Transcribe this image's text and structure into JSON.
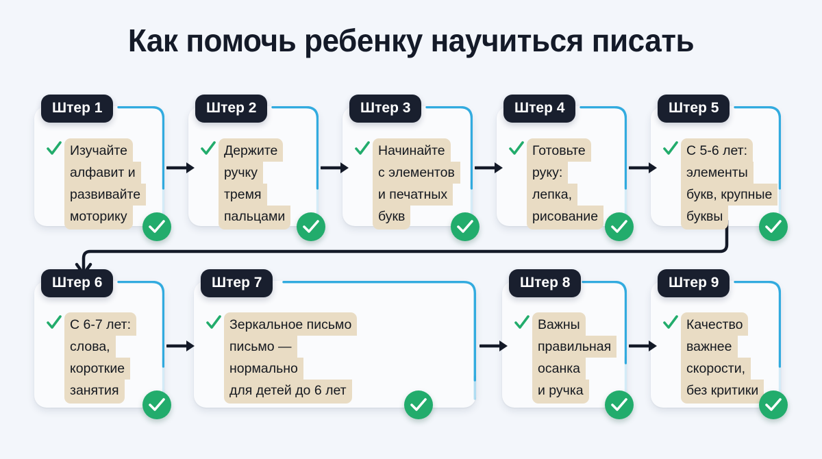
{
  "page": {
    "title": "Как помочь ребенку научиться писать",
    "background_color": "#f3f6fb",
    "badge_color": "#191f2e",
    "accent_color": "#27a6dd",
    "highlight_color": "#e9dcc4",
    "check_color": "#22ac6c",
    "text_color": "#14181f"
  },
  "icons": {
    "tick": "green-check-mark",
    "badge_check": "white-check-in-green-circle",
    "arrow": "right-arrow",
    "connector": "elbow-arrow-down"
  },
  "steps": [
    {
      "badge": "Штер 1",
      "lines": [
        "Изучайте",
        "алфавит и",
        "развивайте",
        "моторику"
      ]
    },
    {
      "badge": "Штер 2",
      "lines": [
        "Держите",
        "ручку",
        "тремя",
        "пальцами"
      ]
    },
    {
      "badge": "Штер 3",
      "lines": [
        "Начинайте",
        "с элементов",
        "и печатных",
        "букв"
      ]
    },
    {
      "badge": "Штер 4",
      "lines": [
        "Готовьте",
        "руку:",
        "лепка,",
        "рисование"
      ]
    },
    {
      "badge": "Штер 5",
      "lines": [
        "С 5-6 лет:",
        "элементы",
        "букв, крупные",
        "буквы"
      ]
    },
    {
      "badge": "Штер 6",
      "lines": [
        "С 6-7 лет:",
        "слова,",
        "короткие",
        "занятия"
      ]
    },
    {
      "badge": "Штер 7",
      "lines": [
        "Зеркальное письмо",
        "письмо —",
        "нормально",
        "для детей до 6 лет"
      ]
    },
    {
      "badge": "Штер 8",
      "lines": [
        "Важны",
        "правильная",
        "осанка",
        "и ручка"
      ]
    },
    {
      "badge": "Штер 9",
      "lines": [
        "Качество",
        "важнее",
        "скорости,",
        "без критики"
      ]
    }
  ]
}
